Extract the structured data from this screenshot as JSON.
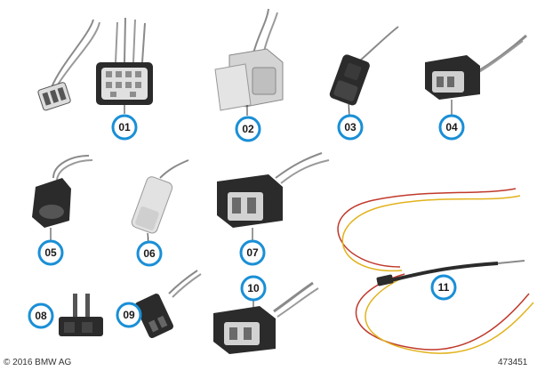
{
  "colors": {
    "callout_ring": "#1a8fd6",
    "callout_fill": "#ffffff",
    "connector_dark": "#2b2b2b",
    "connector_light": "#d9d9d9",
    "wire": "#8a8a8a",
    "wire_red": "#c0392b",
    "wire_yellow": "#e2b21b"
  },
  "callouts": [
    "01",
    "02",
    "03",
    "04",
    "05",
    "06",
    "07",
    "08",
    "09",
    "10",
    "11"
  ],
  "footer": {
    "copyright": "© 2016 BMW AG",
    "image_number": "473451"
  }
}
